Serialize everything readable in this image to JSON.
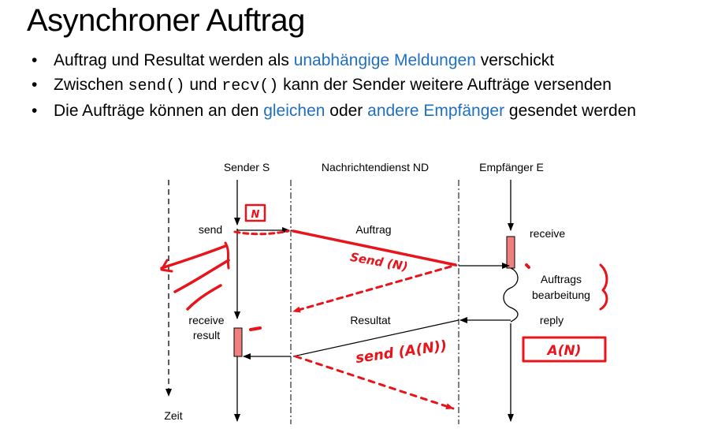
{
  "title": "Asynchroner Auftrag",
  "bullets": [
    {
      "text_before": "Auftrag und Resultat werden als ",
      "highlight": "unabhängige Meldungen",
      "text_after": " verschickt"
    },
    {
      "text_before": "Zwischen ",
      "code1": "send()",
      "text_mid": " und ",
      "code2": "recv()",
      "text_after": " kann der Sender weitere Aufträge versenden"
    },
    {
      "text_before": "Die Aufträge können an den ",
      "highlight1": "gleichen",
      "text_mid": " oder ",
      "highlight2": "andere Empfänger",
      "text_after": " gesendet werden"
    }
  ],
  "bullet_glyph": "•",
  "diagram": {
    "headers": {
      "sender": "Sender S",
      "service": "Nachrichtendienst ND",
      "receiver": "Empfänger E"
    },
    "labels": {
      "send": "send",
      "auftrag": "Auftrag",
      "receive": "receive",
      "auftrags_bearbeitung_1": "Auftrags",
      "auftrags_bearbeitung_2": "bearbeitung",
      "receive_result_1": "receive",
      "receive_result_2": "result",
      "resultat": "Resultat",
      "reply": "reply",
      "zeit": "Zeit"
    },
    "annotations": {
      "box_n": "N",
      "send_n": "Send (N)",
      "send_an": "send (A(N))",
      "a_n": "A(N)"
    },
    "colors": {
      "ink": "#000000",
      "annotation": "#e8141b",
      "activation": "#f08080",
      "accent": "#1f6fc2"
    }
  }
}
